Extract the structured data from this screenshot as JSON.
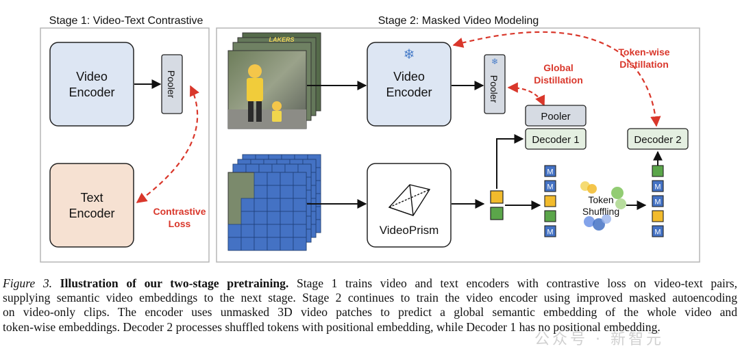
{
  "stage1": {
    "title": "Stage 1: Video-Text Contrastive",
    "video_encoder": [
      "Video",
      "Encoder"
    ],
    "pooler": "Pooler",
    "text_encoder": [
      "Text",
      "Encoder"
    ],
    "contrastive_loss": [
      "Contrastive",
      "Loss"
    ]
  },
  "stage2": {
    "title": "Stage 2: Masked Video Modeling",
    "frozen_icon": "❄",
    "video_encoder": [
      "Video",
      "Encoder"
    ],
    "pooler_frozen": "Pooler",
    "global_distillation": [
      "Global",
      "Distillation"
    ],
    "token_wise_distillation": [
      "Token-wise",
      "Distillation"
    ],
    "pooler": "Pooler",
    "decoder1": "Decoder 1",
    "decoder2": "Decoder 2",
    "videoprism": "VideoPrism",
    "token_shuffling": [
      "Token",
      "Shuffling"
    ],
    "mask_token": "M",
    "frame_text": "LAKERS"
  },
  "colors": {
    "encoder_fill": "#dde6f3",
    "text_encoder_fill": "#f6e1d2",
    "pooler_fill": "#d6dbe3",
    "decoder_fill": "#e4efe1",
    "arrow_red": "#d9372b",
    "mask_blue": "#4472c4",
    "token_yellow": "#f2bb2c",
    "token_green": "#5ba64a"
  },
  "caption": {
    "figure_label": "Figure 3.",
    "bold": "Illustration of our two-stage pretraining.",
    "lines": [
      "Stage 1 trains video and text encoders with contrastive loss on video-text pairs,",
      "supplying semantic video embeddings to the next stage. Stage 2 continues to train the video encoder using improved masked autoencoding",
      "on video-only clips. The encoder uses unmasked 3D video patches to predict a global semantic embedding of the whole video and",
      "token-wise embeddings. Decoder 2 processes shuffled tokens with positional embedding, while Decoder 1 has no positional embedding."
    ]
  },
  "watermark": "公众号 · 新智元"
}
